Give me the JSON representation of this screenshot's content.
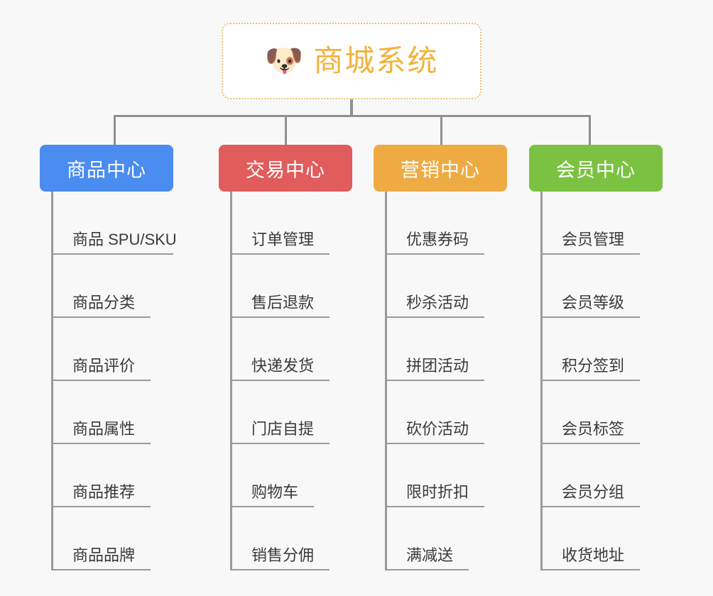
{
  "root": {
    "emoji": "🐶",
    "emoji_name": "shiba-dog-face-emoji",
    "title": "商城系统"
  },
  "colors": {
    "background": "#f8f8f8",
    "root_border": "#f0c070",
    "root_text": "#f2b33d",
    "connector": "#909090",
    "leaf_text": "#3a3a3a",
    "product_center": "#4a8cf0",
    "trade_center": "#e15c5c",
    "marketing_center": "#eeab44",
    "member_center": "#7cc242"
  },
  "columns": [
    {
      "header": "商品中心",
      "accent": "#4a8cf0",
      "items": [
        "商品 SPU/SKU",
        "商品分类",
        "商品评价",
        "商品属性",
        "商品推荐",
        "商品品牌"
      ]
    },
    {
      "header": "交易中心",
      "accent": "#e15c5c",
      "items": [
        "订单管理",
        "售后退款",
        "快递发货",
        "门店自提",
        "购物车",
        "销售分佣"
      ]
    },
    {
      "header": "营销中心",
      "accent": "#eeab44",
      "items": [
        "优惠券码",
        "秒杀活动",
        "拼团活动",
        "砍价活动",
        "限时折扣",
        "满减送"
      ]
    },
    {
      "header": "会员中心",
      "accent": "#7cc242",
      "items": [
        "会员管理",
        "会员等级",
        "积分签到",
        "会员标签",
        "会员分组",
        "收货地址"
      ]
    }
  ]
}
